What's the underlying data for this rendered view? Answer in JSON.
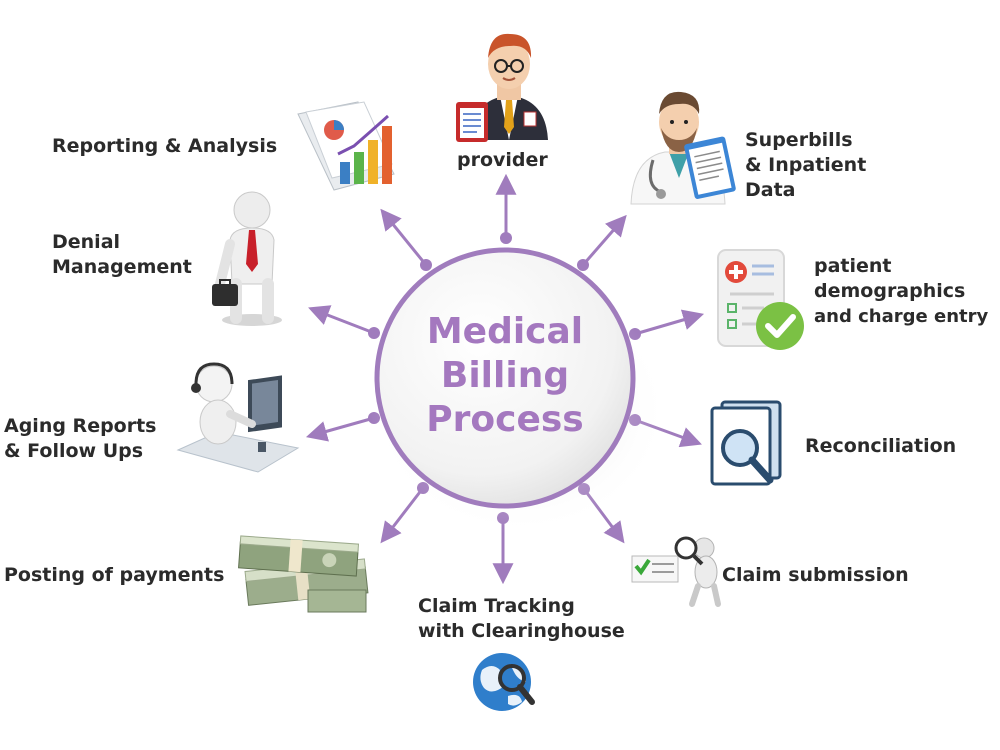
{
  "colors": {
    "accent": "#a07cbd",
    "title": "#a478bf",
    "text": "#2b2b2b"
  },
  "center": {
    "lines": [
      "Medical",
      "Billing",
      "Process"
    ]
  },
  "nodes": [
    {
      "id": "provider",
      "lines": [
        "provider"
      ],
      "icon": "doctor-with-clipboard-icon"
    },
    {
      "id": "superbills",
      "lines": [
        "Superbills",
        "& Inpatient",
        "Data"
      ],
      "icon": "physician-with-clipboard-icon"
    },
    {
      "id": "demographics",
      "lines": [
        "patient",
        "demographics",
        "and charge entry"
      ],
      "icon": "medical-form-checkmark-icon"
    },
    {
      "id": "reconciliation",
      "lines": [
        "Reconciliation"
      ],
      "icon": "document-magnifier-icon"
    },
    {
      "id": "claim-submission",
      "lines": [
        "Claim submission"
      ],
      "icon": "figure-with-magnifier-icon"
    },
    {
      "id": "claim-tracking",
      "lines": [
        "Claim Tracking",
        "with Clearinghouse"
      ],
      "icon": "globe-magnifier-icon"
    },
    {
      "id": "posting-payments",
      "lines": [
        "Posting of payments"
      ],
      "icon": "money-stack-icon"
    },
    {
      "id": "aging-reports",
      "lines": [
        "Aging Reports",
        "& Follow Ups"
      ],
      "icon": "figure-at-computer-icon"
    },
    {
      "id": "denial-management",
      "lines": [
        "Denial",
        "Management"
      ],
      "icon": "businessman-with-briefcase-icon"
    },
    {
      "id": "reporting-analysis",
      "lines": [
        "Reporting & Analysis"
      ],
      "icon": "bar-chart-folder-icon"
    }
  ]
}
